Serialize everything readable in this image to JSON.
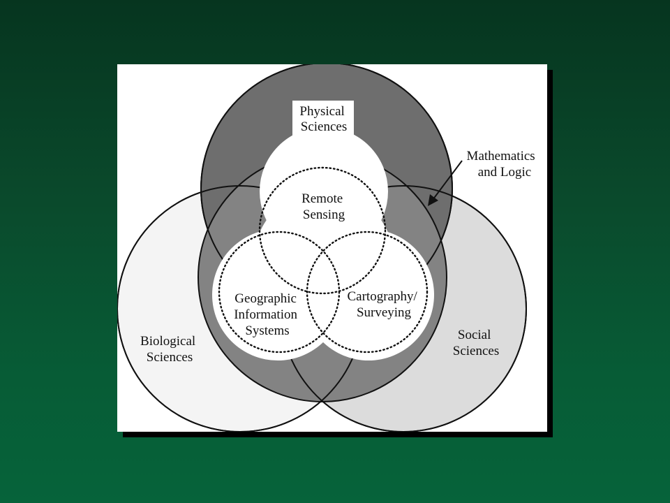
{
  "diagram": {
    "outer_circles": [
      {
        "id": "physical",
        "lines": [
          "Physical",
          "Sciences"
        ],
        "fill": "#6e6e6e"
      },
      {
        "id": "biological",
        "lines": [
          "Biological",
          "Sciences"
        ],
        "fill": "#f4f4f4"
      },
      {
        "id": "social",
        "lines": [
          "Social",
          "Sciences"
        ],
        "fill": "#d9d9d9"
      }
    ],
    "middle_circle": {
      "lines": [
        "Mathematics",
        "and Logic"
      ]
    },
    "inner_circles": [
      {
        "id": "remote-sensing",
        "lines": [
          "Remote",
          "Sensing"
        ]
      },
      {
        "id": "gis",
        "lines": [
          "Geographic",
          "Information",
          "Systems"
        ]
      },
      {
        "id": "cartography",
        "lines": [
          "Cartography/",
          "Surveying"
        ]
      }
    ]
  },
  "colors": {
    "background_top": "#06351f",
    "background_bottom": "#06633a",
    "panel": "#ffffff",
    "stroke": "#111111"
  }
}
